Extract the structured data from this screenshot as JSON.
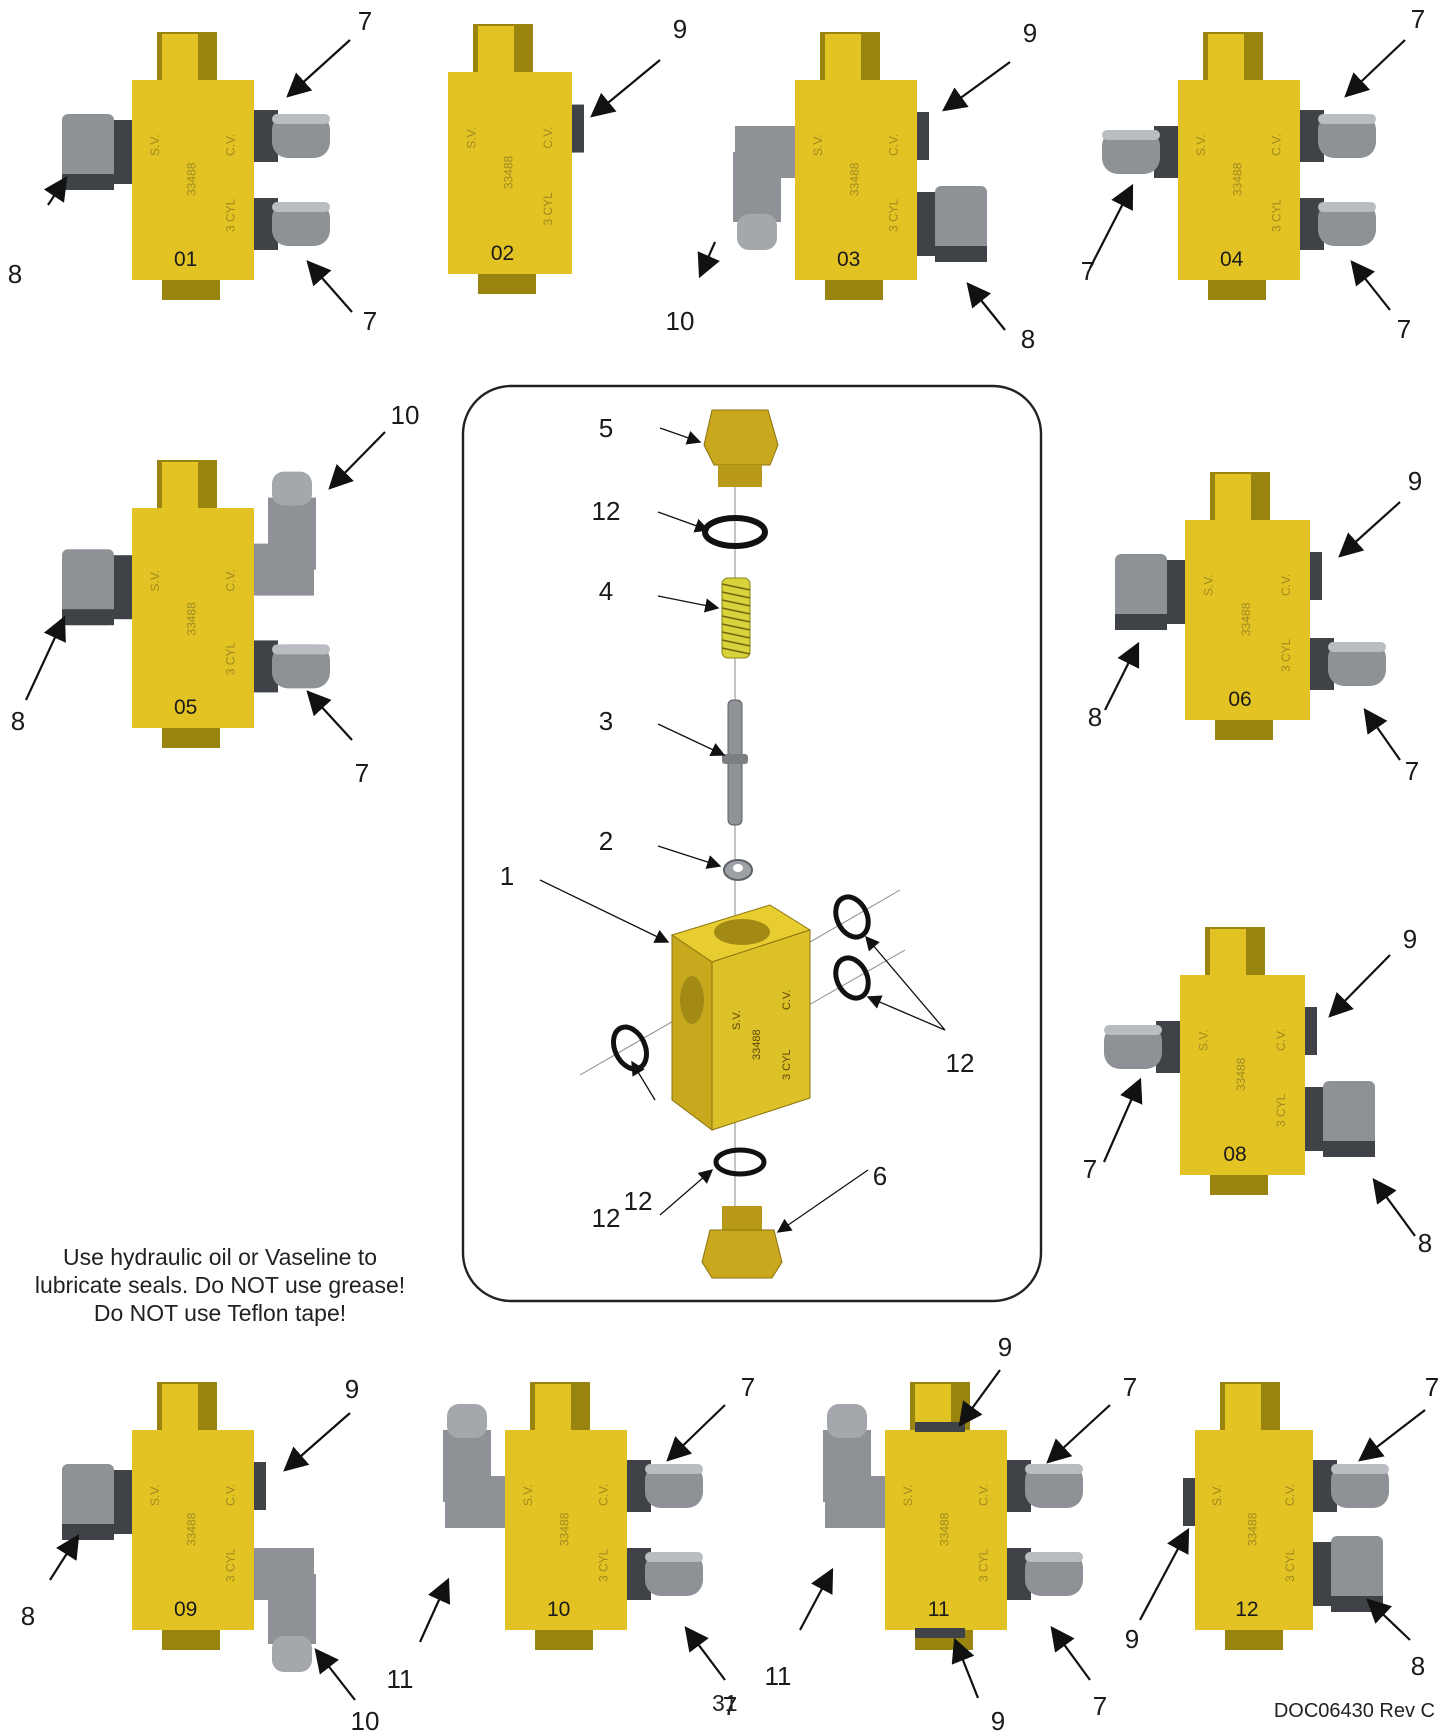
{
  "note": {
    "line1": "Use hydraulic oil or Vaseline to",
    "line2": "lubricate seals.  Do NOT use grease!",
    "line3": "Do NOT use Teflon tape!"
  },
  "doc_id": "DOC06430  Rev C",
  "page_number": "31",
  "block_markings": {
    "sv": "S.V.",
    "cv": "C.V.",
    "cyl": "3 CYL",
    "part_no": "33488"
  },
  "colors": {
    "brass": "#e3c323",
    "brass_dark": "#9a8410",
    "fitting": "#8e9297",
    "fitting_dark": "#3f4246",
    "ink": "#1a1a1a"
  },
  "variants": [
    {
      "id": "01",
      "callouts": [
        "7",
        "8",
        "7"
      ]
    },
    {
      "id": "02",
      "callouts": [
        "9"
      ]
    },
    {
      "id": "03",
      "callouts": [
        "9",
        "10",
        "8"
      ]
    },
    {
      "id": "04",
      "callouts": [
        "7",
        "7",
        "7"
      ]
    },
    {
      "id": "05",
      "callouts": [
        "10",
        "8",
        "7"
      ]
    },
    {
      "id": "06",
      "callouts": [
        "9",
        "8",
        "7"
      ]
    },
    {
      "id": "08",
      "callouts": [
        "9",
        "7",
        "8"
      ]
    },
    {
      "id": "09",
      "callouts": [
        "9",
        "8",
        "10"
      ]
    },
    {
      "id": "10",
      "callouts": [
        "7",
        "11",
        "7"
      ]
    },
    {
      "id": "11",
      "callouts": [
        "9",
        "7",
        "11",
        "7",
        "9"
      ]
    },
    {
      "id": "12",
      "callouts": [
        "7",
        "9",
        "8"
      ]
    }
  ],
  "exploded": {
    "labels": [
      "5",
      "12",
      "4",
      "3",
      "2",
      "1",
      "12",
      "12",
      "12",
      "6"
    ]
  }
}
